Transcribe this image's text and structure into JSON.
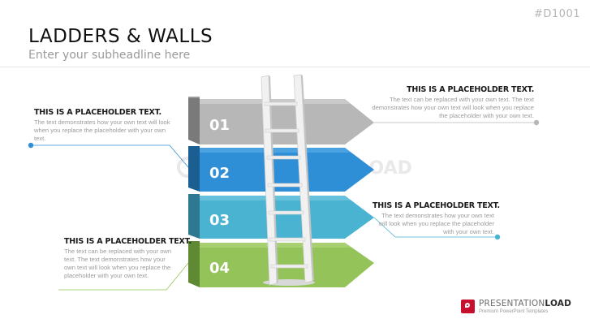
{
  "slide": {
    "id": "#D1001",
    "title": "LADDERS & WALLS",
    "subtitle": "Enter your subheadline here"
  },
  "watermark": "PRESENTATIONLOAD",
  "steps": [
    {
      "number": "01",
      "color": "#b7b7b7",
      "side": "#7a7a7a",
      "heading": "THIS IS A PLACEHOLDER TEXT.",
      "text": "The text demonstrates how your own text will look when you replace the placeholder with your own text."
    },
    {
      "number": "02",
      "color": "#2e8fd6",
      "side": "#1b5f92",
      "heading": "THIS IS A PLACEHOLDER TEXT.",
      "text": "The text can be replaced with your own text. The text demonstrates how your own text will look when you replace the placeholder with your own text."
    },
    {
      "number": "03",
      "color": "#4ab3d2",
      "side": "#2e7891",
      "heading": "THIS IS A PLACEHOLDER TEXT.",
      "text": "The text demonstrates how your own text will look when you replace the placeholder with your own text."
    },
    {
      "number": "04",
      "color": "#94c35a",
      "side": "#5f8a33",
      "heading": "THIS IS A PLACEHOLDER TEXT.",
      "text": "The text can be replaced with your own text. The text demonstrates how your own text will look when you replace the placeholder with your own text."
    }
  ],
  "brand": {
    "name_light": "PRESENTATION",
    "name_bold": "LOAD",
    "tagline": "Premium PowerPoint Templates",
    "color": "#c8102e"
  }
}
